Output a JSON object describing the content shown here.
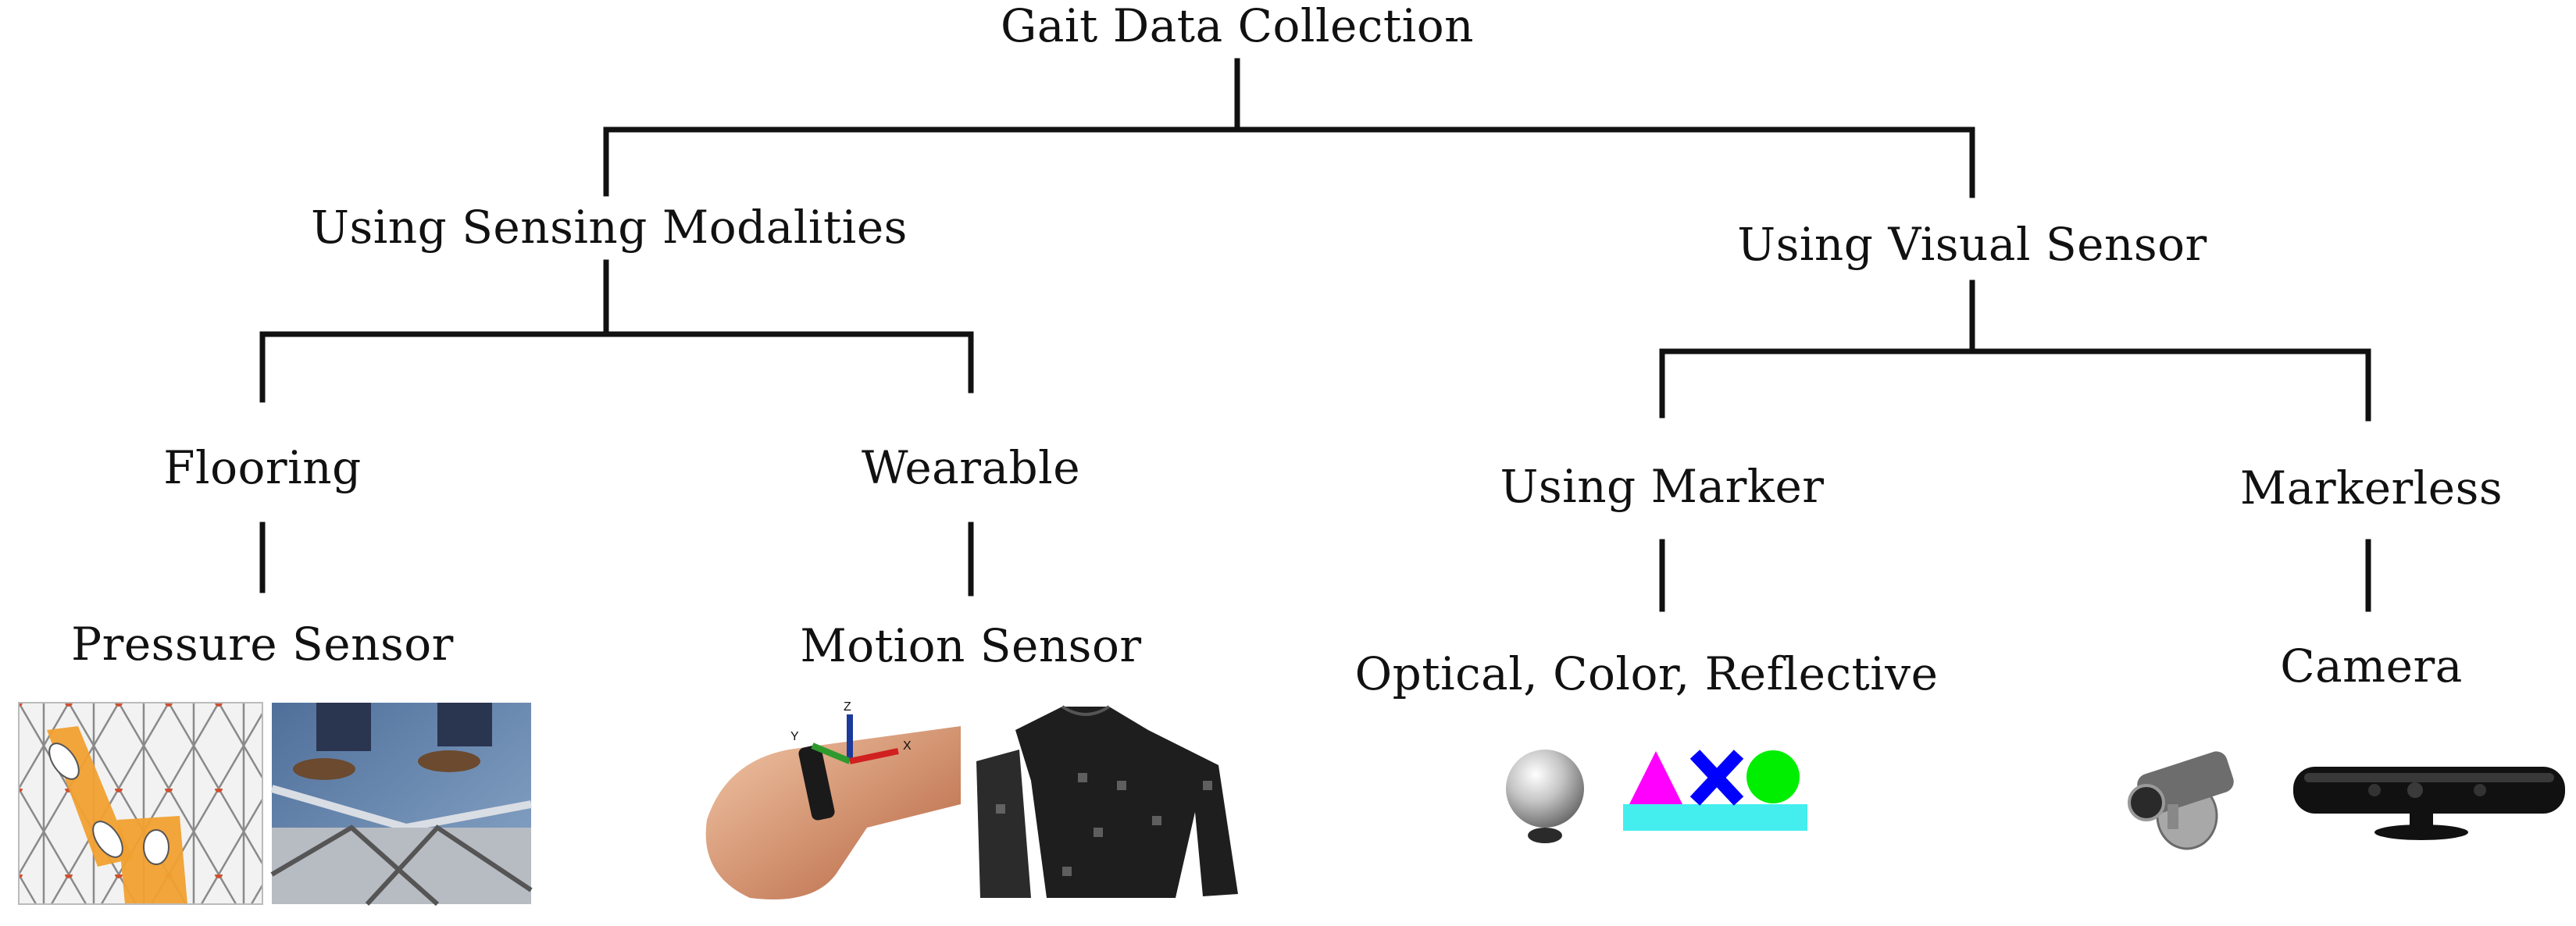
{
  "root": {
    "label": "Gait Data Collection"
  },
  "branches": {
    "sensing": {
      "label": "Using Sensing Modalities",
      "flooring": {
        "label": "Flooring",
        "sensor": "Pressure Sensor"
      },
      "wearable": {
        "label": "Wearable",
        "sensor": "Motion Sensor"
      }
    },
    "visual": {
      "label": "Using Visual Sensor",
      "marker": {
        "label": "Using Marker",
        "sensor": "Optical, Color, Reflective"
      },
      "markerless": {
        "label": "Markerless",
        "sensor": "Camera"
      }
    }
  },
  "images": {
    "pressure_grid": "pressure-sensor-grid-icon",
    "feet_on_floor": "feet-on-floor-tiles-photo",
    "wrist_imu": "wrist-imu-axes-photo",
    "smart_suit": "sensor-suit-photo",
    "reflective_ball": "reflective-marker-ball-icon",
    "color_markers": "color-shape-markers-icon",
    "cctv_camera": "cctv-camera-icon",
    "depth_camera": "depth-camera-sensor-icon",
    "axis_labels": [
      "Z",
      "Y",
      "X"
    ]
  },
  "colors": {
    "connector": "#111111",
    "orange": "#f0a030",
    "magenta": "#ff00ff",
    "blue": "#0000ff",
    "green": "#00ee00",
    "cyan": "#44eeee"
  }
}
